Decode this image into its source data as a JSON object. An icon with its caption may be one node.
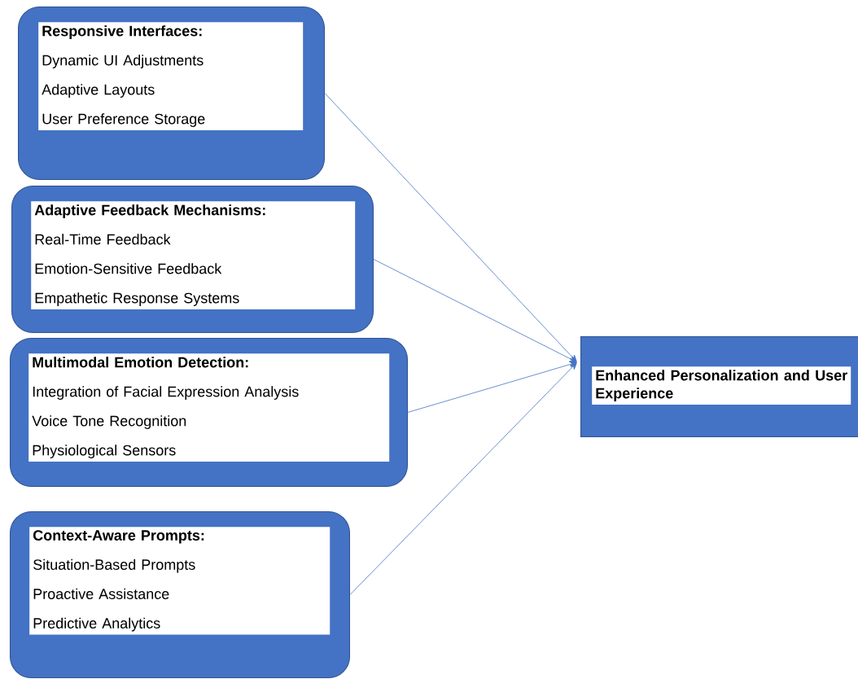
{
  "diagram": {
    "nodes": [
      {
        "text": [
          "Responsive Interfaces:",
          "Dynamic UI Adjustments",
          "Adaptive Layouts",
          "User Preference Storage"
        ]
      },
      {
        "text": [
          "Adaptive Feedback Mechanisms:",
          "Real-Time Feedback",
          "Emotion-Sensitive Feedback",
          "Empathetic Response Systems"
        ]
      },
      {
        "text": [
          "Multimodal Emotion Detection:",
          "Integration of Facial Expression Analysis",
          "Voice Tone Recognition",
          "Physiological Sensors"
        ]
      },
      {
        "text": [
          "Context-Aware Prompts:",
          "Situation-Based Prompts",
          "Proactive Assistance",
          "Predictive Analytics"
        ]
      },
      {
        "text": [
          "Enhanced Personalization and User Experience"
        ]
      }
    ],
    "edges": [
      {
        "from": 0,
        "to": 4,
        "arrow": "to"
      },
      {
        "from": 1,
        "to": 4,
        "arrow": "to"
      },
      {
        "from": 2,
        "to": 4,
        "arrow": "to"
      },
      {
        "from": 3,
        "to": 4,
        "arrow": "to"
      }
    ]
  }
}
